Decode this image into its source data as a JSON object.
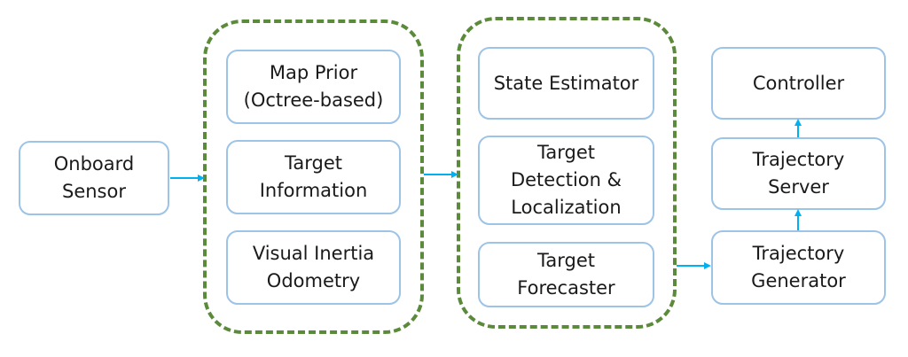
{
  "colors": {
    "box_border": "#9dc3e6",
    "group_border": "#5b8a3a",
    "arrow": "#00b0f0"
  },
  "blocks": {
    "onboard_sensor": [
      "Onboard",
      "Sensor"
    ],
    "map_prior": [
      "Map Prior",
      "(Octree-based)"
    ],
    "target_information": [
      "Target",
      "Information"
    ],
    "visual_inertia_odometry": [
      "Visual Inertia",
      "Odometry"
    ],
    "state_estimator": [
      "State Estimator"
    ],
    "target_detection": [
      "Target",
      "Detection &",
      "Localization"
    ],
    "target_forecaster": [
      "Target",
      "Forecaster"
    ],
    "controller": [
      "Controller"
    ],
    "trajectory_server": [
      "Trajectory",
      "Server"
    ],
    "trajectory_generator": [
      "Trajectory",
      "Generator"
    ]
  }
}
